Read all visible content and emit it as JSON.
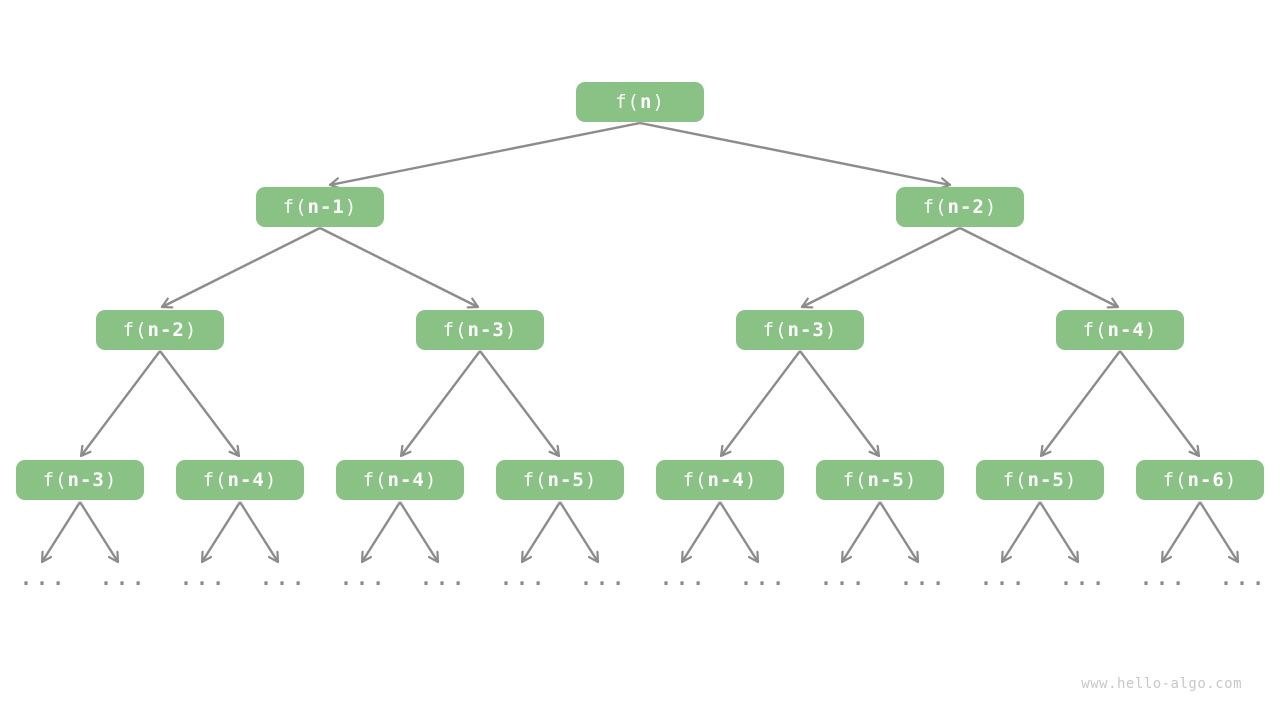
{
  "colors": {
    "background": "#ffffff",
    "node_fill": "#8AC185",
    "node_text": "#ffffff",
    "edge": "#8C8C8C",
    "watermark": "#C8C8C8"
  },
  "watermark": {
    "text": "www.hello-algo.com"
  },
  "tree": {
    "levels": [
      {
        "nodes": [
          {
            "pre": "f(",
            "arg": "n",
            "post": ")"
          }
        ]
      },
      {
        "nodes": [
          {
            "pre": "f(",
            "arg": "n-1",
            "post": ")"
          },
          {
            "pre": "f(",
            "arg": "n-2",
            "post": ")"
          }
        ]
      },
      {
        "nodes": [
          {
            "pre": "f(",
            "arg": "n-2",
            "post": ")"
          },
          {
            "pre": "f(",
            "arg": "n-3",
            "post": ")"
          },
          {
            "pre": "f(",
            "arg": "n-3",
            "post": ")"
          },
          {
            "pre": "f(",
            "arg": "n-4",
            "post": ")"
          }
        ]
      },
      {
        "nodes": [
          {
            "pre": "f(",
            "arg": "n-3",
            "post": ")"
          },
          {
            "pre": "f(",
            "arg": "n-4",
            "post": ")"
          },
          {
            "pre": "f(",
            "arg": "n-4",
            "post": ")"
          },
          {
            "pre": "f(",
            "arg": "n-5",
            "post": ")"
          },
          {
            "pre": "f(",
            "arg": "n-4",
            "post": ")"
          },
          {
            "pre": "f(",
            "arg": "n-5",
            "post": ")"
          },
          {
            "pre": "f(",
            "arg": "n-5",
            "post": ")"
          },
          {
            "pre": "f(",
            "arg": "n-6",
            "post": ")"
          }
        ]
      }
    ],
    "leaves": [
      "...",
      "...",
      "...",
      "...",
      "...",
      "...",
      "...",
      "...",
      "...",
      "...",
      "...",
      "...",
      "...",
      "...",
      "...",
      "..."
    ]
  }
}
